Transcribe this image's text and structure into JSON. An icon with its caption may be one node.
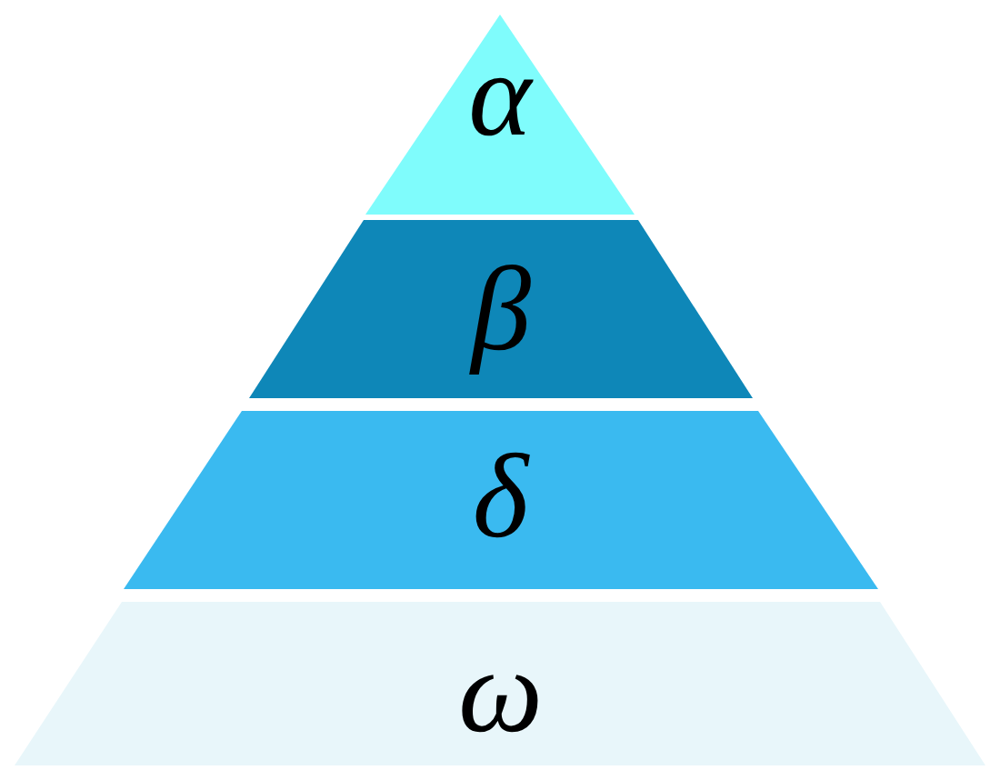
{
  "diagram": {
    "nodes": [
      {
        "text": [
          "α"
        ]
      },
      {
        "text": [
          "β"
        ]
      },
      {
        "text": [
          "δ"
        ]
      },
      {
        "text": [
          "ω"
        ]
      }
    ]
  }
}
